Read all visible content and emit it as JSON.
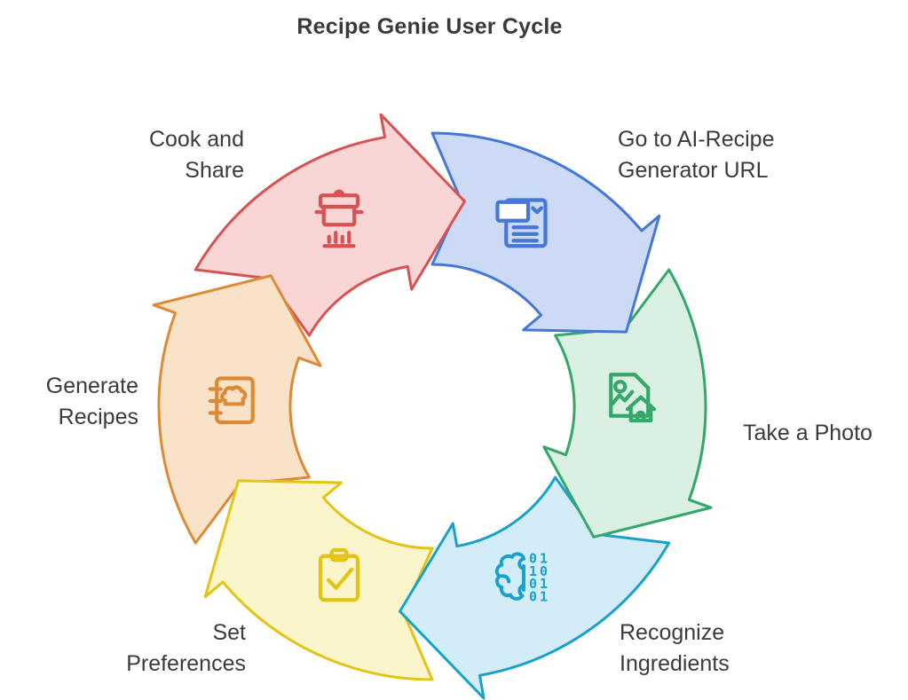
{
  "title": "Recipe Genie User Cycle",
  "colors": {
    "background": "#ffffff",
    "title_text": "#3a3a3a",
    "label_text": "#3b3b3b"
  },
  "steps": [
    {
      "id": "go-to-ai-recipe-generator-url",
      "label": "Go to AI-Recipe\nGenerator URL",
      "stroke": "#4478d4",
      "fill": "#ccdaf6",
      "icon": "browser-form-icon"
    },
    {
      "id": "take-a-photo",
      "label": "Take a Photo",
      "stroke": "#35a76b",
      "fill": "#d9f0e3",
      "icon": "photo-document-icon"
    },
    {
      "id": "recognize-ingredients",
      "label": "Recognize\nIngredients",
      "stroke": "#18a1ca",
      "fill": "#d3edf8",
      "icon": "brain-binary-icon",
      "binary_digits": [
        "01",
        "10",
        "01",
        "01"
      ]
    },
    {
      "id": "set-preferences",
      "label": "Set\nPreferences",
      "stroke": "#e3c414",
      "fill": "#faf5cb",
      "icon": "clipboard-check-icon"
    },
    {
      "id": "generate-recipes",
      "label": "Generate\nRecipes",
      "stroke": "#dc8a35",
      "fill": "#f9e3c8",
      "icon": "recipe-book-icon"
    },
    {
      "id": "cook-and-share",
      "label": "Cook and\nShare",
      "stroke": "#d75253",
      "fill": "#f9d6d5",
      "icon": "cooking-pot-icon"
    }
  ]
}
